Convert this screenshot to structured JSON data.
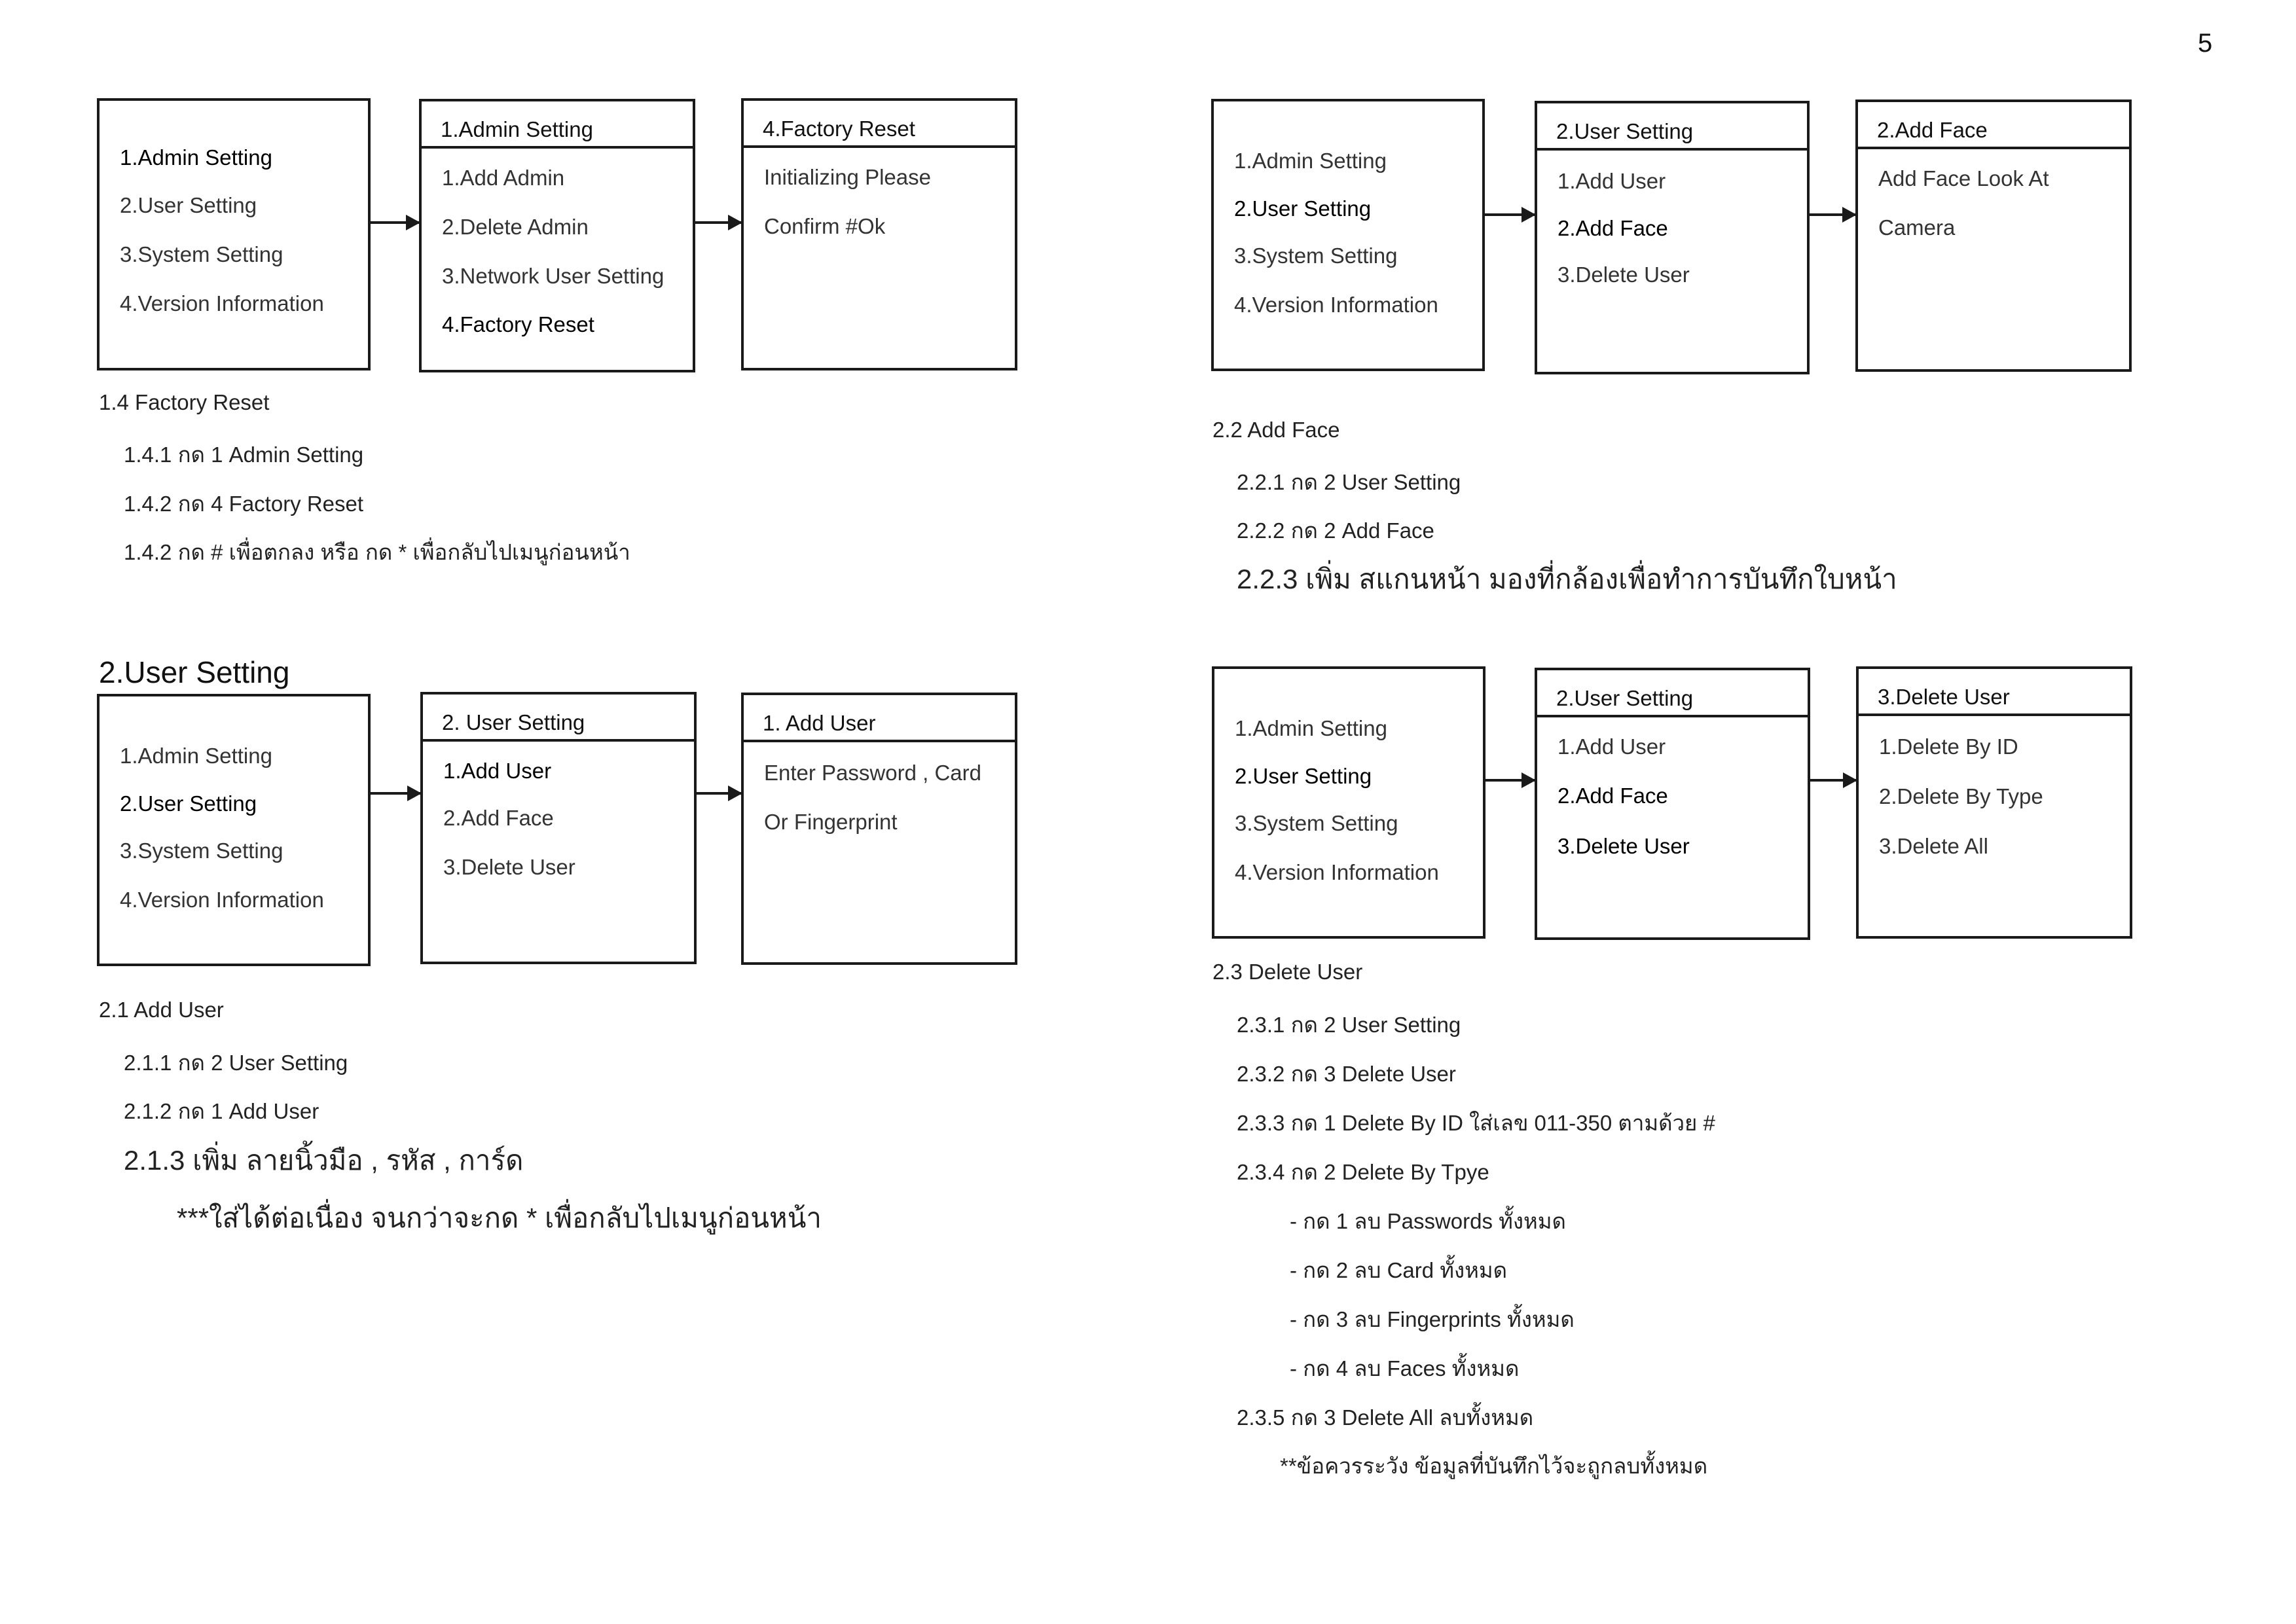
{
  "page_number": "5",
  "s14": {
    "box1": [
      "1.Admin Setting",
      "2.User Setting",
      "3.System Setting",
      "4.Version Information"
    ],
    "box2_title": "1.Admin Setting",
    "box2": [
      "1.Add Admin",
      "2.Delete Admin",
      "3.Network User Setting",
      "4.Factory Reset"
    ],
    "box3_title": "4.Factory Reset",
    "box3": [
      "Initializing Please",
      "Confirm #Ok"
    ],
    "title": "1.4 Factory Reset",
    "steps": [
      "1.4.1 กด 1 Admin Setting",
      "1.4.2 กด 4 Factory Reset",
      "1.4.2 กด # เพื่อตกลง หรือ กด * เพื่อกลับไปเมนูก่อนหน้า"
    ]
  },
  "s22": {
    "box1": [
      "1.Admin Setting",
      "2.User Setting",
      "3.System Setting",
      "4.Version Information"
    ],
    "box2_title": "2.User Setting",
    "box2": [
      "1.Add User",
      "2.Add Face",
      "3.Delete User"
    ],
    "box3_title": "2.Add Face",
    "box3": [
      "Add Face Look  At",
      "Camera"
    ],
    "title": "2.2 Add Face",
    "steps": [
      "2.2.1 กด 2 User Setting",
      "2.2.2 กด 2 Add Face",
      "2.2.3 เพิ่ม สแกนหน้า มองที่กล้องเพื่อทำการบันทึกใบหน้า"
    ]
  },
  "s21": {
    "section_heading": "2.User Setting",
    "box1": [
      "1.Admin Setting",
      "2.User Setting",
      "3.System Setting",
      "4.Version Information"
    ],
    "box2_title": "2. User Setting",
    "box2": [
      "1.Add User",
      "2.Add Face",
      "3.Delete User"
    ],
    "box3_title": "1. Add User",
    "box3": [
      "Enter Password , Card",
      "Or Fingerprint"
    ],
    "title": "2.1 Add User",
    "steps": [
      "2.1.1 กด 2 User Setting",
      "2.1.2 กด 1 Add User",
      "2.1.3 เพิ่ม ลายนิ้วมือ , รหัส , การ์ด"
    ],
    "note": "***ใส่ได้ต่อเนื่อง จนกว่าจะกด * เพื่อกลับไปเมนูก่อนหน้า"
  },
  "s23": {
    "box1": [
      "1.Admin Setting",
      "2.User Setting",
      "3.System Setting",
      "4.Version Information"
    ],
    "box2_title": "2.User Setting",
    "box2": [
      "1.Add User",
      "2.Add Face",
      "3.Delete User"
    ],
    "box3_title": "3.Delete User",
    "box3": [
      "1.Delete By ID",
      "2.Delete By Type",
      "3.Delete All"
    ],
    "title": "2.3 Delete User",
    "steps": [
      "2.3.1 กด 2 User Setting",
      "2.3.2 กด 3 Delete User",
      "2.3.3 กด 1 Delete By ID ใส่เลข 011-350 ตามด้วย #",
      "2.3.4 กด 2 Delete By Tpye"
    ],
    "sub_steps": [
      "- กด 1 ลบ Passwords ทั้งหมด",
      "- กด 2 ลบ Card ทั้งหมด",
      "- กด 3 ลบ Fingerprints ทั้งหมด",
      "- กด 4 ลบ Faces ทั้งหมด"
    ],
    "last_step": "2.3.5 กด 3 Delete All ลบทั้งหมด",
    "warning": "**ข้อควรระวัง ข้อมูลที่บันทึกไว้จะถูกลบทั้งหมด"
  }
}
